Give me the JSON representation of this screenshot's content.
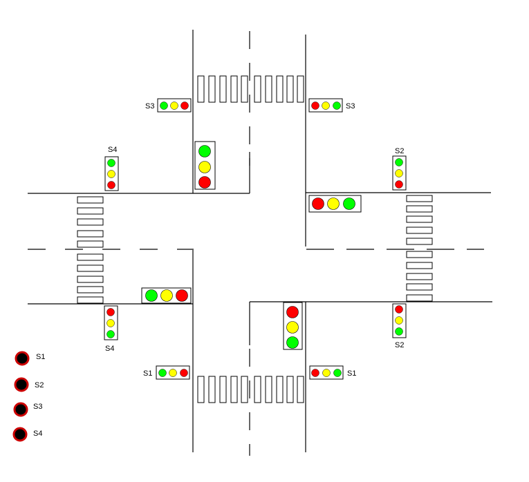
{
  "labels": {
    "s3_top_left": "S3",
    "s3_top_right": "S3",
    "s4_top": "S4",
    "s4_bottom": "S4",
    "s2_top": "S2",
    "s2_bottom": "S2",
    "s1_bottom_left": "S1",
    "s1_bottom_right": "S1"
  },
  "legend": [
    {
      "label": "S1",
      "icon": "red-indicator-icon"
    },
    {
      "label": "S2",
      "icon": "red-indicator-icon"
    },
    {
      "label": "S3",
      "icon": "red-indicator-icon"
    },
    {
      "label": "S4",
      "icon": "red-indicator-icon"
    }
  ],
  "colors": {
    "red": "#ff0000",
    "yellow": "#ffff00",
    "green": "#00ff00",
    "line": "#000000",
    "indicator_ring": "#cc0000",
    "indicator_core": "#000000"
  }
}
